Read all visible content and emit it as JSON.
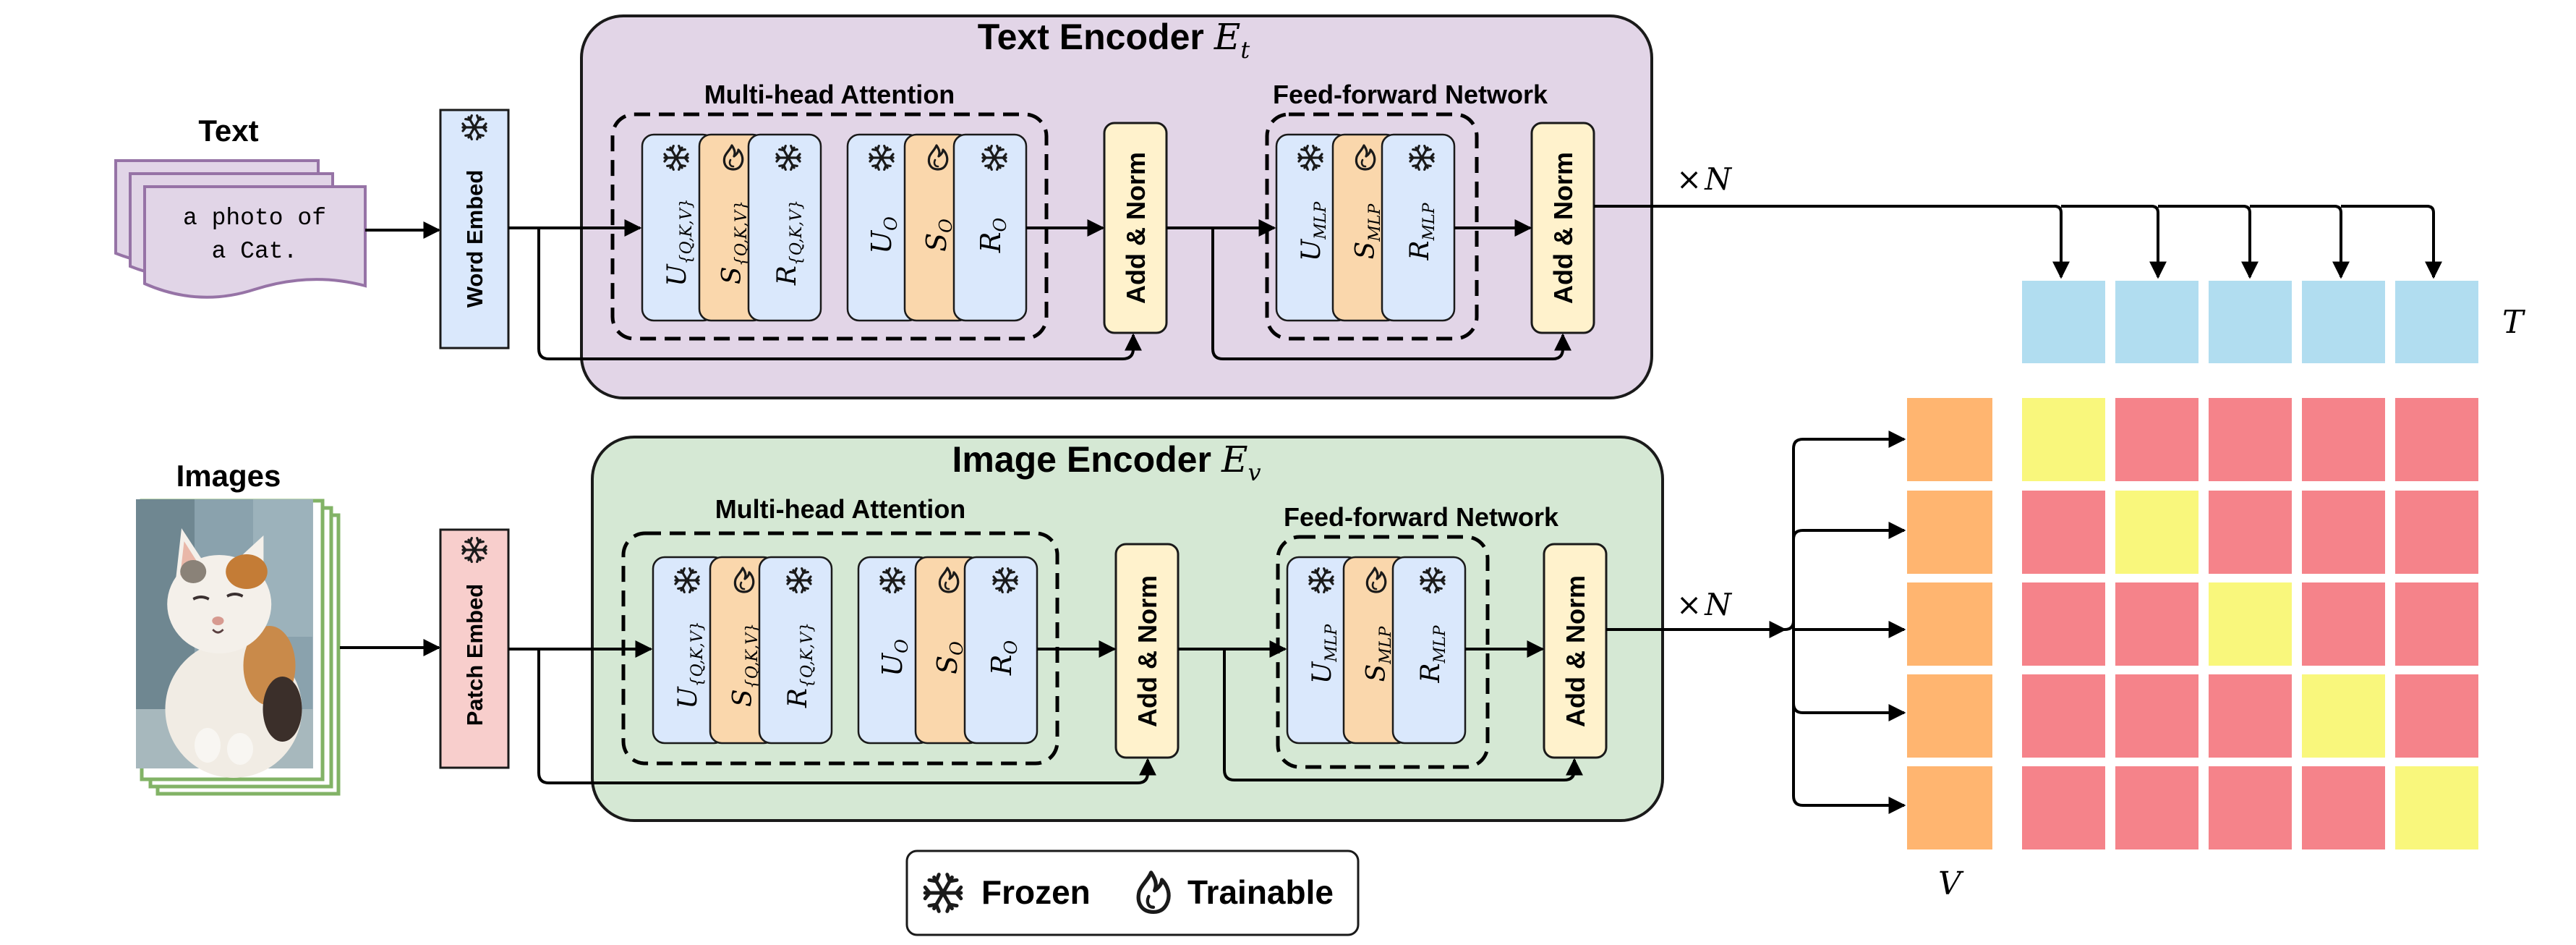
{
  "text_input": {
    "label": "Text",
    "caption_line1": "a photo of",
    "caption_line2": "a Cat."
  },
  "image_input": {
    "label": "Images",
    "picture": "cat-photo"
  },
  "word_embed": {
    "label": "Word Embed",
    "icon": "snowflake-icon"
  },
  "patch_embed": {
    "label": "Patch Embed",
    "icon": "snowflake-icon"
  },
  "text_encoder": {
    "title": "Text Encoder",
    "symbol": "E",
    "symbol_sub": "t",
    "mha_label": "Multi-head Attention",
    "ffn_label": "Feed-forward Network",
    "add_norm_1": "Add & Norm",
    "add_norm_2": "Add & Norm",
    "repeat_base": "×",
    "repeat_var": "N"
  },
  "image_encoder": {
    "title": "Image Encoder",
    "symbol": "E",
    "symbol_sub": "v",
    "mha_label": "Multi-head Attention",
    "ffn_label": "Feed-forward Network",
    "add_norm_1": "Add & Norm",
    "add_norm_2": "Add & Norm",
    "repeat_base": "×",
    "repeat_var": "N"
  },
  "blocks": {
    "u_qkv": {
      "base": "U",
      "sub": "{Q,K,V}"
    },
    "s_qkv": {
      "base": "S",
      "sub": "{Q,K,V}"
    },
    "r_qkv": {
      "base": "R",
      "sub": "{Q,K,V}"
    },
    "u_o": {
      "base": "U",
      "sub": "O"
    },
    "s_o": {
      "base": "S",
      "sub": "O"
    },
    "r_o": {
      "base": "R",
      "sub": "O"
    },
    "u_mlp": {
      "base": "U",
      "sub": "MLP"
    },
    "s_mlp": {
      "base": "S",
      "sub": "MLP"
    },
    "r_mlp": {
      "base": "R",
      "sub": "MLP"
    }
  },
  "output_labels": {
    "text_features": "T",
    "image_features": "V"
  },
  "legend": {
    "frozen": "Frozen",
    "trainable": "Trainable"
  },
  "similarity_matrix": {
    "rows": 5,
    "cols": 5,
    "diagonal": "matched",
    "colors": {
      "matched": "#f9f77c",
      "unmatched": "#f5838a"
    }
  },
  "colors": {
    "text_encoder_bg": "#e2d5e7",
    "image_encoder_bg": "#d5e8d4",
    "frozen_block": "#dae8fc",
    "trainable_block": "#fad7ac",
    "add_norm": "#fff2cc",
    "word_embed": "#dae8fc",
    "patch_embed": "#f8cecc",
    "text_feature": "#b1ddf0",
    "image_feature": "#ffb570",
    "text_doc": "#e1d5e7",
    "text_doc_stroke": "#9673a6",
    "image_stack_stroke": "#82b366"
  }
}
